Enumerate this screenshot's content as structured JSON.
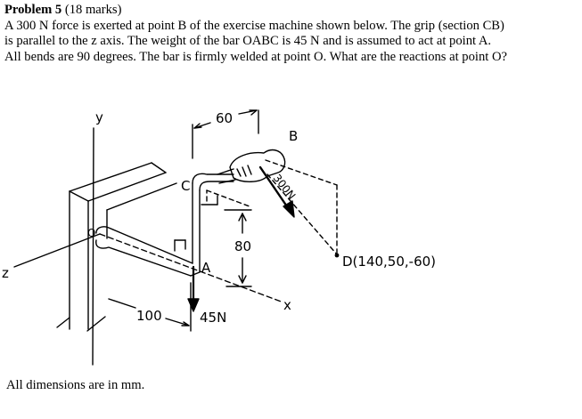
{
  "problem": {
    "heading": "Problem 5",
    "marks": "(18 marks)",
    "lines": [
      "A 300 N force is exerted at point B of the exercise machine shown below.  The grip (section CB)",
      "is parallel to the z axis.  The weight of the bar OABC is 45 N and is assumed to act at point A.",
      "All bends are 90 degrees.  The bar is firmly welded at point O.  What are the reactions at point O?"
    ]
  },
  "figure": {
    "labels": {
      "y_axis": "y",
      "z_axis": "z",
      "x_axis": "x",
      "point_o": "O",
      "point_a": "A",
      "point_b": "B",
      "point_c": "C",
      "point_d": "D(140,50,-60)",
      "dim_60": "60",
      "dim_80": "80",
      "dim_100": "100",
      "force_300": "300N",
      "weight_45": "45N"
    }
  },
  "footnote": "All dimensions are in mm."
}
